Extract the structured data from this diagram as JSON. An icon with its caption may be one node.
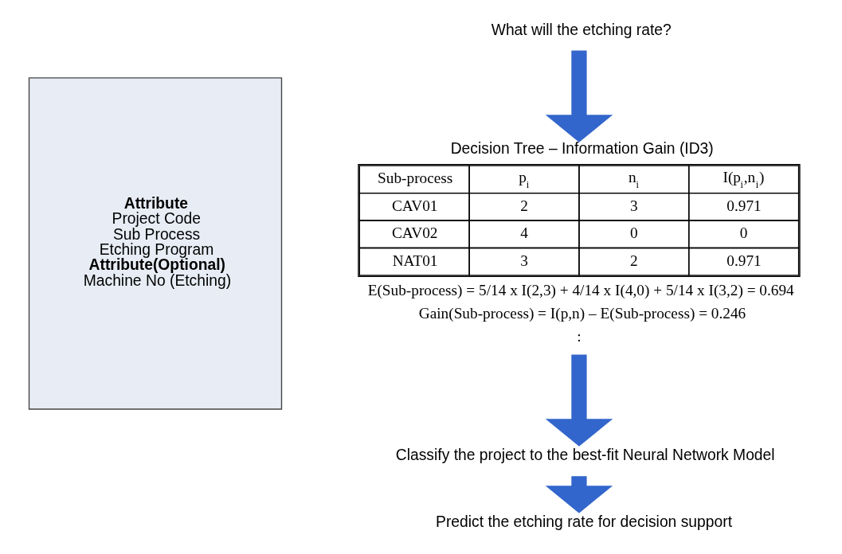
{
  "diagram": {
    "nodes": [
      {
        "text": [
          "What will the etching rate?"
        ]
      },
      {
        "text": [
          "Decision Tree – Information Gain (ID3)"
        ]
      },
      {
        "text": [
          "Classify the project to the best-fit Neural Network Model"
        ]
      },
      {
        "text": [
          "Predict the etching rate for decision support"
        ]
      },
      {
        "text": [
          "**Attribute**",
          "Project Code",
          "Sub Process",
          "Etching Program",
          "**Attribute(Optional)**",
          "Machine No (Etching)"
        ]
      }
    ],
    "edges": [
      {
        "from": 0,
        "to": 1,
        "arrow": "to"
      },
      {
        "from": 1,
        "to": 2,
        "arrow": "to"
      },
      {
        "from": 2,
        "to": 3,
        "arrow": "to"
      }
    ],
    "labels": [
      "Sub-process",
      "p$_{i}$",
      "n$_{i}$",
      "I(p$_{i}$,n$_{i}$)",
      "CAV01",
      "2",
      "3",
      "0.971",
      "CAV02",
      "4",
      "0",
      "0",
      "NAT01",
      "3",
      "2",
      "0.971",
      "E(Sub-process) = 5/14 x I(2,3) + 4/14 x I(4,0) + 5/14 x I(3,2) = 0.694",
      "Gain(Sub-process) = I(p,n) – E(Sub-process) = 0.246",
      ":"
    ]
  }
}
